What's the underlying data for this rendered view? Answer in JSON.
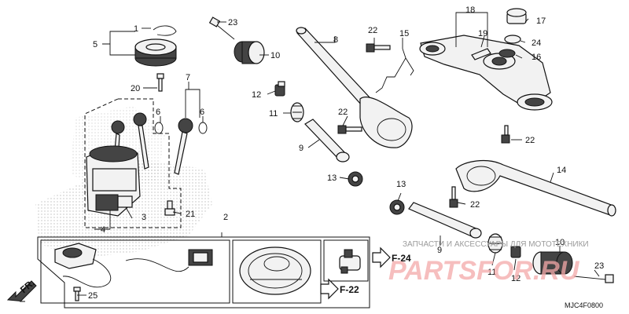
{
  "callouts": [
    {
      "id": "c1",
      "text": "1"
    },
    {
      "id": "c2",
      "text": "2"
    },
    {
      "id": "c3",
      "text": "3"
    },
    {
      "id": "c4",
      "text": "4"
    },
    {
      "id": "c5",
      "text": "5"
    },
    {
      "id": "c6a",
      "text": "6"
    },
    {
      "id": "c6b",
      "text": "6"
    },
    {
      "id": "c7",
      "text": "7"
    },
    {
      "id": "c8",
      "text": "8"
    },
    {
      "id": "c9a",
      "text": "9"
    },
    {
      "id": "c9b",
      "text": "9"
    },
    {
      "id": "c10a",
      "text": "10"
    },
    {
      "id": "c10b",
      "text": "10"
    },
    {
      "id": "c11a",
      "text": "11"
    },
    {
      "id": "c11b",
      "text": "11"
    },
    {
      "id": "c12a",
      "text": "12"
    },
    {
      "id": "c12b",
      "text": "12"
    },
    {
      "id": "c13a",
      "text": "13"
    },
    {
      "id": "c13b",
      "text": "13"
    },
    {
      "id": "c14",
      "text": "14"
    },
    {
      "id": "c15",
      "text": "15"
    },
    {
      "id": "c16",
      "text": "16"
    },
    {
      "id": "c17",
      "text": "17"
    },
    {
      "id": "c18",
      "text": "18"
    },
    {
      "id": "c19",
      "text": "19"
    },
    {
      "id": "c20",
      "text": "20"
    },
    {
      "id": "c21",
      "text": "21"
    },
    {
      "id": "c22a",
      "text": "22"
    },
    {
      "id": "c22b",
      "text": "22"
    },
    {
      "id": "c22c",
      "text": "22"
    },
    {
      "id": "c22d",
      "text": "22"
    },
    {
      "id": "c23a",
      "text": "23"
    },
    {
      "id": "c23b",
      "text": "23"
    },
    {
      "id": "c24",
      "text": "24"
    },
    {
      "id": "c25",
      "text": "25"
    }
  ],
  "references": {
    "ref_f24": "F-24",
    "ref_f22": "F-22"
  },
  "direction_label": "FR.",
  "diagram_code": "MJC4F0800",
  "watermark": {
    "top_text": "ЗАПЧАСТИ И АКСЕССУАРЫ ДЛЯ МОТОТЕХНИКИ",
    "brand_text": "PARTSFOR.RU",
    "color": "#f4a9a9"
  }
}
